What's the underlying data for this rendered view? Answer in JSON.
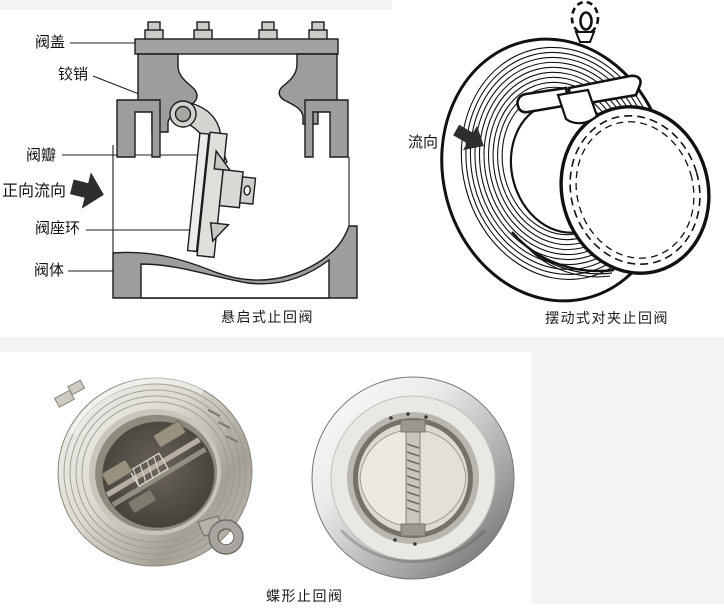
{
  "colors": {
    "page_bg": "#f4f4f4",
    "panel_bg": "#ffffff",
    "diagram_body_gray": "#a2a2a0",
    "diagram_light_gray": "#d4d4d1",
    "disc_gray": "#e2e2df",
    "outline": "#1c1c1c",
    "arrow": "#2e2e2e",
    "steel_light": "#f2f1ee",
    "steel_dark": "#5c5c5a"
  },
  "swing_valve": {
    "caption": "悬启式止回阀",
    "label_bonnet": "阀盖",
    "label_hinge_pin": "铰销",
    "label_disc": "阀瓣",
    "label_forward_flow": "正向流向",
    "label_seat_ring": "阀座环",
    "label_body": "阀体"
  },
  "wafer_valve": {
    "caption": "摆动式对夹止回阀",
    "label_flow": "流向"
  },
  "dual_plate_valve": {
    "caption": "蝶形止回阀"
  }
}
